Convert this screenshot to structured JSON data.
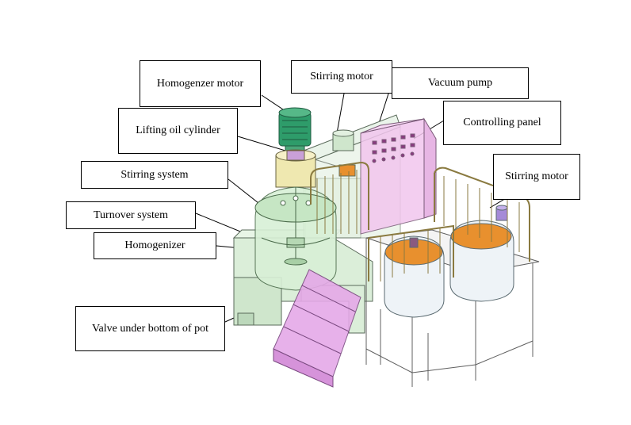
{
  "labels": {
    "homogenizer_motor": "Homogenzer motor",
    "stirring_motor_top": "Stirring motor",
    "vacuum_pump": "Vacuum pump",
    "controlling_panel": "Controlling panel",
    "lifting_oil_cylinder": "Lifting oil cylinder",
    "stirring_system": "Stirring system",
    "stirring_motor_right": "Stirring motor",
    "turnover_system": "Turnover system",
    "homogenizer": "Homogenizer",
    "valve_under_bottom": "Valve under bottom of pot"
  },
  "colors": {
    "frame": "#dbeed9",
    "frame_stroke": "#5a6a5a",
    "tank_glass": "#d8f0d6",
    "motor_green": "#2e9c6a",
    "cylinder_yellow": "#efe8b0",
    "rail": "#f1e6b9",
    "panel_pink": "#f2c6ee",
    "chute_violet": "#e5a9e8",
    "lid_orange": "#e8902e",
    "pot_body": "#eef3f7"
  }
}
